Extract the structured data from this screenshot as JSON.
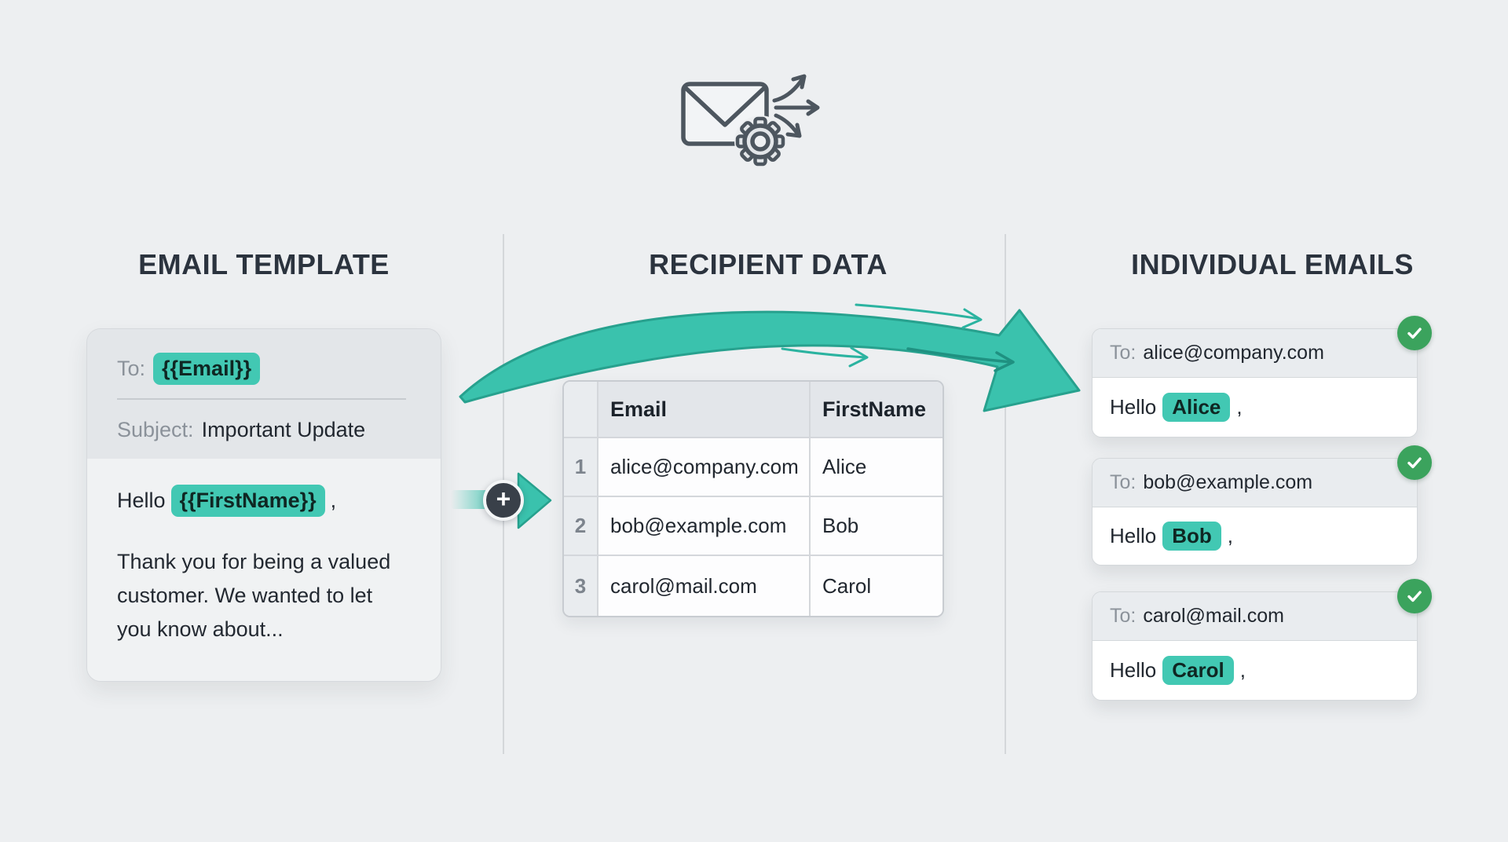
{
  "colors": {
    "background": "#edeff1",
    "heading": "#2b333e",
    "accent_teal": "#42c8b3",
    "arrow_teal": "#3ac2ad",
    "arrow_outline": "#27a18e",
    "success_green": "#3ba35d",
    "node_dark": "#394049",
    "text_dark": "#21272f",
    "text_gray": "#8b929a"
  },
  "icons": {
    "hero": "envelope-send-gear-icon",
    "merge_node": "plus-icon",
    "email_status": "checkmark-icon",
    "flow": "merge-swoosh-arrow"
  },
  "template": {
    "heading": "EMAIL TEMPLATE",
    "to_label": "To:",
    "to_value": "{{Email}}",
    "subject_label": "Subject:",
    "subject_value": "Important Update",
    "greeting_prefix": "Hello",
    "greeting_token": "{{FirstName}}",
    "greeting_comma": ",",
    "body_lines": [
      "Thank you for being a valued",
      "customer. We wanted to let",
      "you know about..."
    ]
  },
  "connector": {
    "plus_glyph": "+"
  },
  "recipients": {
    "heading": "RECIPIENT DATA",
    "table": {
      "columns": [
        "Email",
        "FirstName"
      ],
      "rows": [
        {
          "num": "1",
          "email": "alice@company.com",
          "first": "Alice"
        },
        {
          "num": "2",
          "email": "bob@example.com",
          "first": "Bob"
        },
        {
          "num": "3",
          "email": "carol@mail.com",
          "first": "Carol"
        }
      ]
    }
  },
  "individual": {
    "heading": "INDIVIDUAL EMAILS",
    "emails": [
      {
        "to_label": "To:",
        "to_value": "alice@company.com",
        "greeting_prefix": "Hello",
        "name": "Alice",
        "comma": ","
      },
      {
        "to_label": "To:",
        "to_value": "bob@example.com",
        "greeting_prefix": "Hello",
        "name": "Bob",
        "comma": ","
      },
      {
        "to_label": "To:",
        "to_value": "carol@mail.com",
        "greeting_prefix": "Hello",
        "name": "Carol",
        "comma": ","
      }
    ]
  }
}
